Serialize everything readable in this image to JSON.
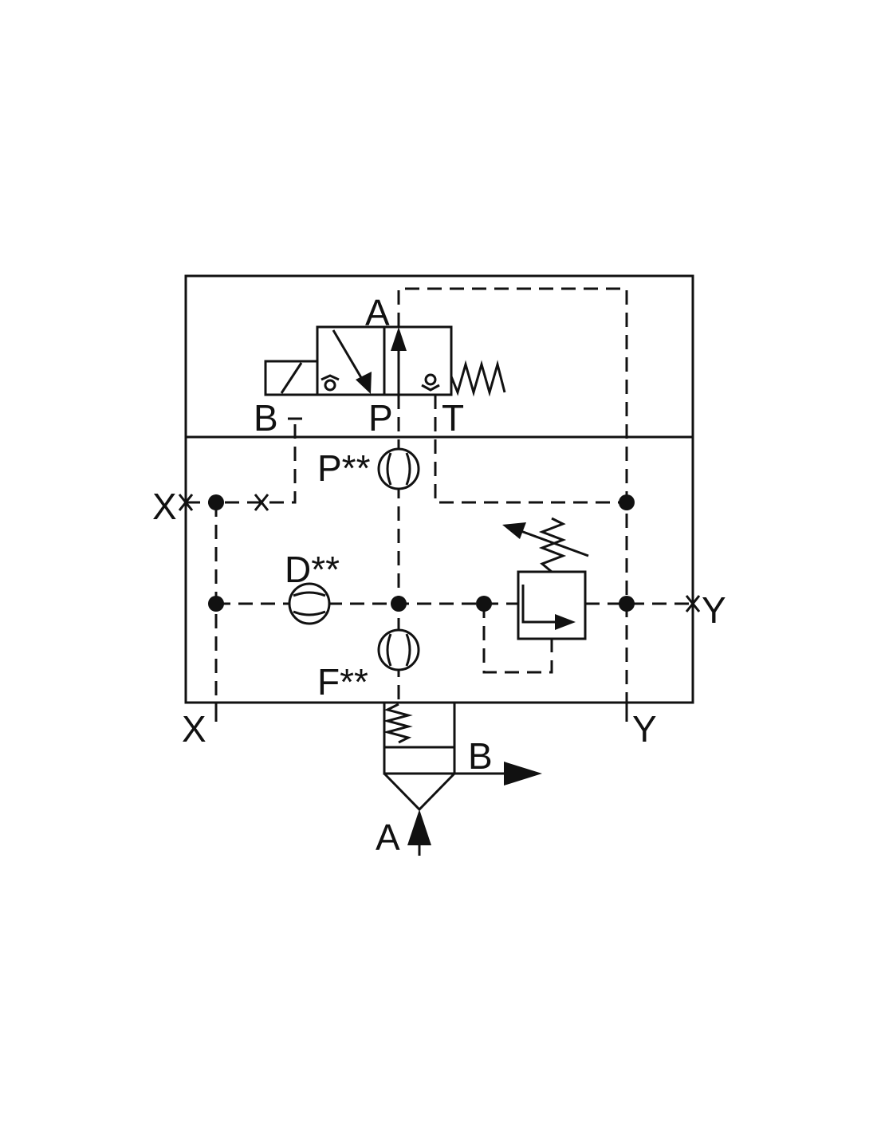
{
  "labels": {
    "top_A": "A",
    "pilot_B": "B",
    "pilot_P": "P",
    "pilot_T": "T",
    "orifice_P": "P**",
    "orifice_D": "D**",
    "orifice_F": "F**",
    "left_X": "X",
    "right_Y": "Y",
    "bottom_X": "X",
    "bottom_Y": "Y",
    "main_B": "B",
    "main_A": "A"
  },
  "colors": {
    "line": "#111111",
    "background": "#ffffff"
  }
}
